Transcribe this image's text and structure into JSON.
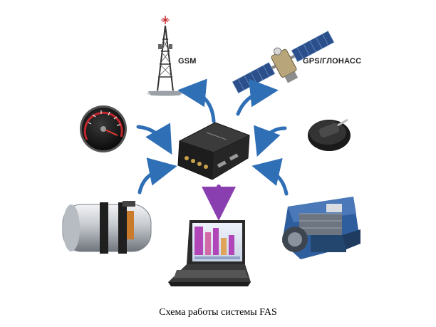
{
  "labels": {
    "gsm": "GSM",
    "gps": "GPS/ГЛОНАСС"
  },
  "caption": "Схема работы системы FAS",
  "colors": {
    "arrow_blue": "#2f6fb6",
    "arrow_purple": "#8a3fb0",
    "device_body": "#2a2a2a",
    "tank_metal": "#c9cdd2",
    "engine_blue": "#2f5e9e",
    "speedo_red": "#c0272d"
  }
}
